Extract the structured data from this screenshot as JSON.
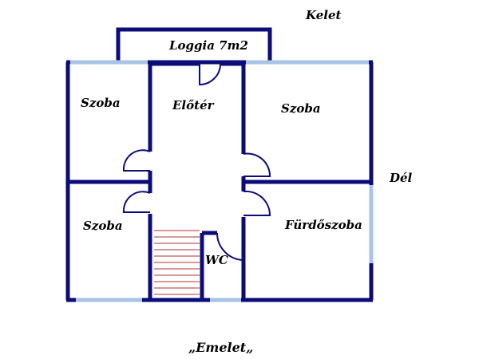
{
  "plan": {
    "compass_east": "Kelet",
    "compass_south": "Dél",
    "title": "„Emelet„",
    "rooms": {
      "loggia": "Loggia 7m2",
      "room_nw": "Szoba",
      "hall": "Előtér",
      "room_ne": "Szoba",
      "room_sw": "Szoba",
      "bathroom": "Fürdőszoba",
      "wc": "WC"
    }
  },
  "colors": {
    "wall": "#0b0b7a",
    "window": "#a9c4e4",
    "stairs": "#b03030",
    "text": "#000000"
  }
}
